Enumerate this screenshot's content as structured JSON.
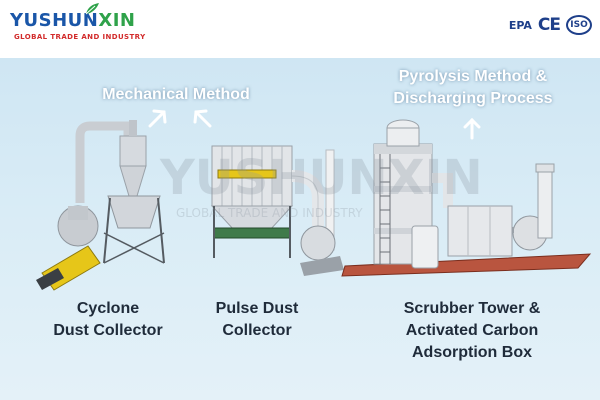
{
  "header": {
    "brand_main": "YUSHUN",
    "brand_accent": "XIN",
    "brand_sub": "GLOBAL TRADE AND INDUSTRY",
    "certifications": [
      "EPA",
      "CE",
      "ISO"
    ]
  },
  "methods": {
    "mechanical": "Mechanical Method",
    "pyrolysis_line1": "Pyrolysis Method &",
    "pyrolysis_line2": "Discharging Process"
  },
  "equipment": {
    "cyclone_line1": "Cyclone",
    "cyclone_line2": "Dust Collector",
    "pulse_line1": "Pulse Dust",
    "pulse_line2": "Collector",
    "scrubber_line1": "Scrubber Tower &",
    "scrubber_line2": "Activated Carbon",
    "scrubber_line3": "Adsorption Box"
  },
  "watermark": {
    "brand": "YUSHUNXIN",
    "tagline": "GLOBAL TRADE AND INDUSTRY"
  },
  "colors": {
    "brand_blue": "#1a56a8",
    "brand_green": "#2fa24a",
    "brand_red": "#d22b2b",
    "background": "#d6eaf5",
    "fan_yellow": "#e6c619"
  },
  "icons": [
    "leaf-icon",
    "arrow-up-right-icon",
    "arrow-up-left-icon",
    "arrow-up-icon"
  ]
}
